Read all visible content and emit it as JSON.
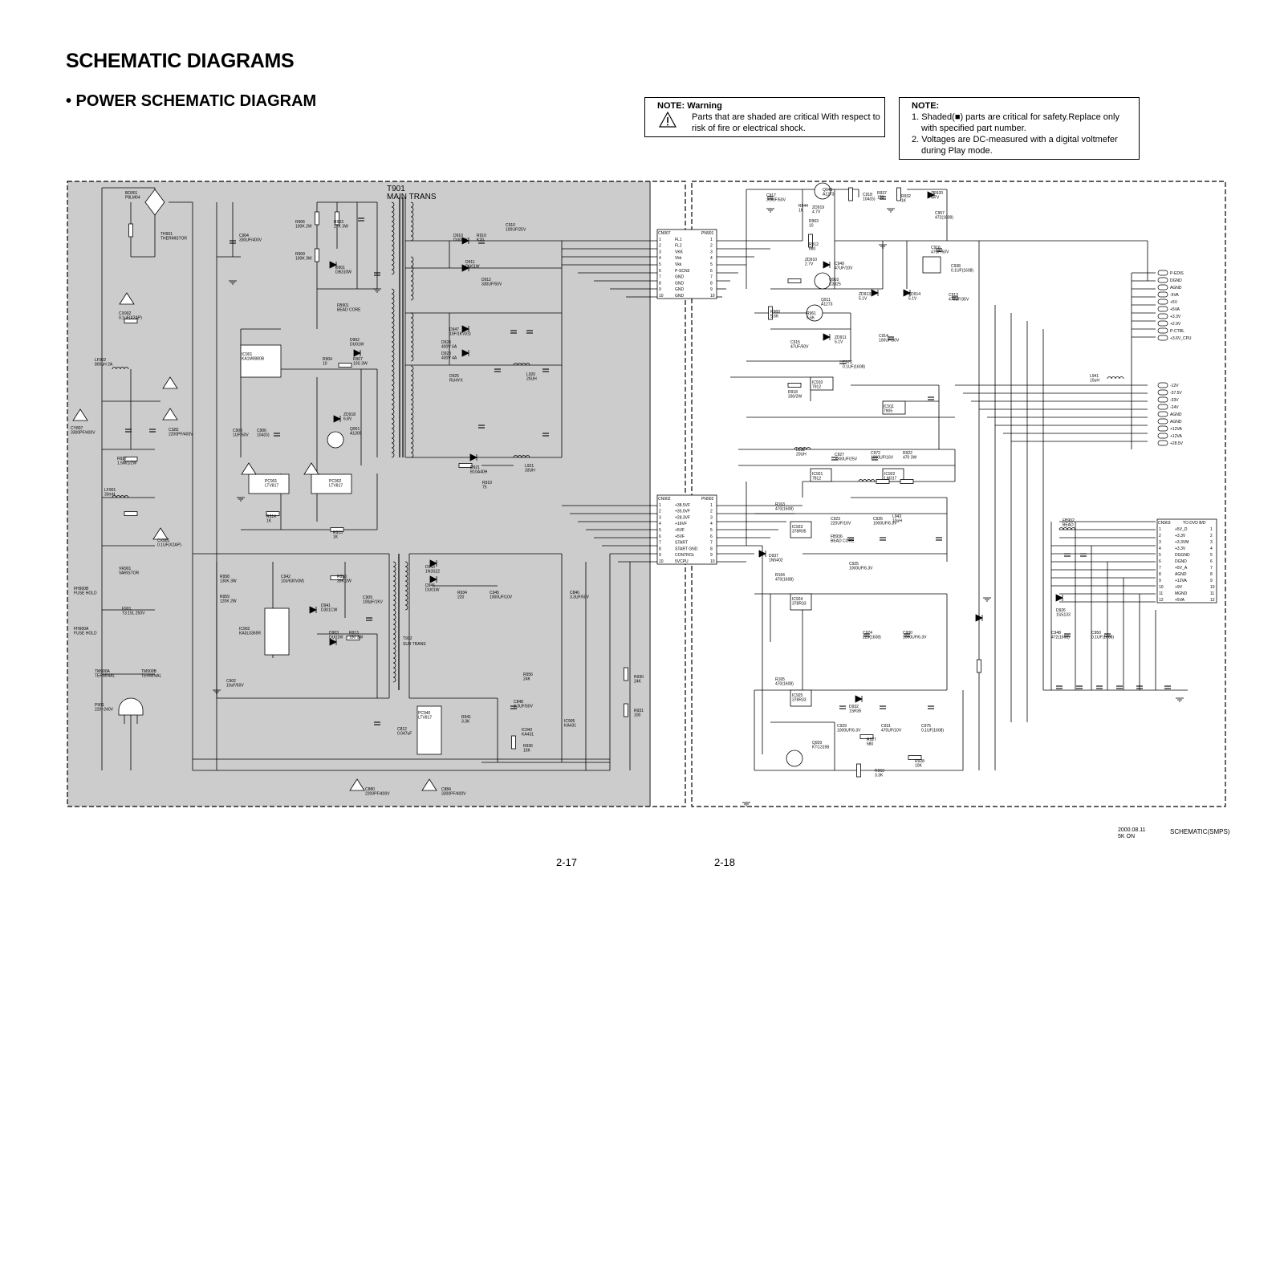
{
  "header": {
    "title": "SCHEMATIC DIAGRAMS",
    "subtitle": "• POWER SCHEMATIC DIAGRAM"
  },
  "notes": {
    "warning": {
      "heading": "NOTE: Warning",
      "body": "Parts that are shaded are critical With respect to risk of fire or electrical shock."
    },
    "general": {
      "heading": "NOTE:",
      "items": [
        "1. Shaded(■) parts are critical for safety.Replace only with specified part number.",
        "2. Voltages are DC-measured with a digital voltmefer during Play mode."
      ]
    }
  },
  "schematic": {
    "transformer_main": {
      "ref": "T901",
      "name": "MAIN TRANS"
    },
    "transformer_sub": {
      "ref": "T902",
      "name": "SUB TRANS"
    },
    "primary_parts": [
      {
        "ref": "BD901",
        "value": "P8LM04"
      },
      {
        "ref": "TH901",
        "value": "THERMISTOR"
      },
      {
        "ref": "CX902",
        "value": "0.1uF(X2AP)"
      },
      {
        "ref": "LF902",
        "value": "800uH 2A"
      },
      {
        "ref": "CY807",
        "value": "3300PF/400V"
      },
      {
        "ref": "CS82",
        "value": "2200PF/400V"
      },
      {
        "ref": "R917",
        "value": "1.5M/1/2W"
      },
      {
        "ref": "LF901",
        "value": "33mH"
      },
      {
        "ref": "CX901",
        "value": "0.1UF(X2AP)"
      },
      {
        "ref": "VR901",
        "value": "VARISTOR"
      },
      {
        "ref": "FH900B",
        "value": "FUSE HOLD"
      },
      {
        "ref": "F901",
        "value": "T3.15L 250V"
      },
      {
        "ref": "FH900A",
        "value": "FUSE HOLD"
      },
      {
        "ref": "TM900A",
        "value": "TERMINAL"
      },
      {
        "ref": "TM900B",
        "value": "TERMINAL"
      },
      {
        "ref": "P901",
        "value": "220~240V"
      },
      {
        "ref": "C904",
        "value": "330UF/400V"
      },
      {
        "ref": "R906",
        "value": "100K 2W"
      },
      {
        "ref": "R903",
        "value": "27K 3W"
      },
      {
        "ref": "R909",
        "value": "100K 3W"
      },
      {
        "ref": "D901",
        "value": "DB310W"
      },
      {
        "ref": "FB901",
        "value": "BEAD CORE"
      },
      {
        "ref": "IC901",
        "value": "KA1M0880B"
      },
      {
        "ref": "D902",
        "value": "DU01W"
      },
      {
        "ref": "R904",
        "value": "10"
      },
      {
        "ref": "R907",
        "value": "10S 3W"
      },
      {
        "ref": "ZD918",
        "value": "6.8V"
      },
      {
        "ref": "Q901",
        "value": "A1309"
      },
      {
        "ref": "C908",
        "value": "1UF/50V"
      },
      {
        "ref": "C906",
        "value": "104(G)"
      },
      {
        "ref": "PC901",
        "value": "LTV817"
      },
      {
        "ref": "PC902",
        "value": "LTV817"
      },
      {
        "ref": "R914",
        "value": "1K"
      },
      {
        "ref": "R915",
        "value": "1K"
      },
      {
        "ref": "R958",
        "value": "130K 3W"
      },
      {
        "ref": "R959",
        "value": "120K 2W"
      },
      {
        "ref": "C942",
        "value": "103/630V(M)"
      },
      {
        "ref": "R950",
        "value": "39K 2W"
      },
      {
        "ref": "D941",
        "value": "D301CW"
      },
      {
        "ref": "C909",
        "value": "100pF/1KV"
      },
      {
        "ref": "IC902",
        "value": "KA3L0365R"
      },
      {
        "ref": "D903",
        "value": "DU01W"
      },
      {
        "ref": "R913",
        "value": "180 3W"
      },
      {
        "ref": "C902",
        "value": "10uF/50V"
      },
      {
        "ref": "C880",
        "value": "2200PF/400V"
      },
      {
        "ref": "C884",
        "value": "3300PF/400V"
      }
    ],
    "secondary_parts": [
      {
        "ref": "D910",
        "value": "DU05W"
      },
      {
        "ref": "R910",
        "value": "K20"
      },
      {
        "ref": "C910",
        "value": "100UF/25V"
      },
      {
        "ref": "D911",
        "value": "DU01W"
      },
      {
        "ref": "D912",
        "value": "330UF/50V"
      },
      {
        "ref": "D947",
        "value": "10F/1KV(G)"
      },
      {
        "ref": "D924",
        "value": "400V 6A"
      },
      {
        "ref": "D923",
        "value": "400V 4A"
      },
      {
        "ref": "D925",
        "value": "RU4YX"
      },
      {
        "ref": "L920",
        "value": "20UH"
      },
      {
        "ref": "L921",
        "value": "33UH"
      },
      {
        "ref": "D921",
        "value": "B10A40H"
      },
      {
        "ref": "R919",
        "value": "75"
      },
      {
        "ref": "C812",
        "value": "0.047uF"
      },
      {
        "ref": "PC940",
        "value": "LTV817"
      },
      {
        "ref": "D943",
        "value": "1N3S22"
      },
      {
        "ref": "D946",
        "value": "DU01W"
      },
      {
        "ref": "R934",
        "value": "220"
      },
      {
        "ref": "C945",
        "value": "1000UF/10V"
      },
      {
        "ref": "C846",
        "value": "3.3UF/50V"
      },
      {
        "ref": "R956",
        "value": "24K"
      },
      {
        "ref": "C848",
        "value": "3.3UF/50V"
      },
      {
        "ref": "R941",
        "value": "3.3K"
      },
      {
        "ref": "IC942",
        "value": "KA431"
      },
      {
        "ref": "R936",
        "value": "15K"
      },
      {
        "ref": "IC905",
        "value": "KA431"
      },
      {
        "ref": "R930",
        "value": "24K"
      },
      {
        "ref": "R931",
        "value": "100"
      }
    ],
    "connectors": {
      "cn907": {
        "ref": "CN907",
        "mate": "PN901",
        "pins": [
          {
            "num": "1",
            "signal": "FL1"
          },
          {
            "num": "2",
            "signal": "FL2"
          },
          {
            "num": "3",
            "signal": "VKK"
          },
          {
            "num": "4",
            "signal": "Vkk"
          },
          {
            "num": "5",
            "signal": "Vkk"
          },
          {
            "num": "6",
            "signal": "P-SCN3"
          },
          {
            "num": "7",
            "signal": "GND"
          },
          {
            "num": "8",
            "signal": "GND"
          },
          {
            "num": "9",
            "signal": "GND"
          },
          {
            "num": "10",
            "signal": "GND"
          }
        ]
      },
      "cn902": {
        "ref": "CN902",
        "mate": "PN902",
        "pins": [
          {
            "num": "1",
            "signal": "+38.5VF"
          },
          {
            "num": "2",
            "signal": "+35.0VF"
          },
          {
            "num": "3",
            "signal": "+28.3VF"
          },
          {
            "num": "4",
            "signal": "+16VF"
          },
          {
            "num": "5",
            "signal": "+5VF"
          },
          {
            "num": "6",
            "signal": "+5VF"
          },
          {
            "num": "7",
            "signal": "START"
          },
          {
            "num": "8",
            "signal": "START GND"
          },
          {
            "num": "9",
            "signal": "CONTROL"
          },
          {
            "num": "10",
            "signal": "5VCPU"
          }
        ]
      },
      "cn903": {
        "ref": "CN903",
        "title": "TO DVD B/D",
        "pins": [
          {
            "num": "1",
            "signal": "+5V_D"
          },
          {
            "num": "2",
            "signal": "+3.3V"
          },
          {
            "num": "3",
            "signal": "+3.3VM"
          },
          {
            "num": "4",
            "signal": "+3.3V"
          },
          {
            "num": "5",
            "signal": "DGGND"
          },
          {
            "num": "6",
            "signal": "DGND"
          },
          {
            "num": "7",
            "signal": "+5V_A"
          },
          {
            "num": "8",
            "signal": "AGND"
          },
          {
            "num": "9",
            "signal": "+12VA"
          },
          {
            "num": "10",
            "signal": "+9V"
          },
          {
            "num": "11",
            "signal": "MGND"
          },
          {
            "num": "12",
            "signal": "+5VA"
          }
        ]
      }
    },
    "output_labels": [
      "P-EDIS",
      "DGND",
      "AGND",
      "-5VA",
      "+5V",
      "+5VA",
      "+3.3V",
      "+2.9V",
      "P-CTRL",
      "+3.6V_CPU",
      "-12V",
      "-37.5V",
      "-33V",
      "-24V",
      "AGND",
      "AGND",
      "+12VA",
      "+12VA",
      "+28.5V"
    ],
    "regulator_parts": [
      {
        "ref": "Q943",
        "value": "A1273"
      },
      {
        "ref": "C917",
        "value": "3.3UF/50V"
      },
      {
        "ref": "R944",
        "value": "1K"
      },
      {
        "ref": "C918",
        "value": "104(G)"
      },
      {
        "ref": "ZD919",
        "value": "4.7V"
      },
      {
        "ref": "R963",
        "value": "10"
      },
      {
        "ref": "R937",
        "value": "150"
      },
      {
        "ref": "R932",
        "value": "1K"
      },
      {
        "ref": "ZD920",
        "value": "4.7V"
      },
      {
        "ref": "C957",
        "value": "472(1608)"
      },
      {
        "ref": "R912",
        "value": "680"
      },
      {
        "ref": "ZD910",
        "value": "2.7V"
      },
      {
        "ref": "C949",
        "value": "47UF/10V"
      },
      {
        "ref": "C916",
        "value": "47UF/50V"
      },
      {
        "ref": "C938",
        "value": "0.1UF(1608)"
      },
      {
        "ref": "Q910",
        "value": "C3325"
      },
      {
        "ref": "Q911",
        "value": "A1273"
      },
      {
        "ref": "ZD913",
        "value": "5.1V"
      },
      {
        "ref": "ZD914",
        "value": "5.1V"
      },
      {
        "ref": "C913",
        "value": "470UF/35V"
      },
      {
        "ref": "R960",
        "value": "5.6K"
      },
      {
        "ref": "R961",
        "value": "5.6K"
      },
      {
        "ref": "ZD911",
        "value": "5.1V"
      },
      {
        "ref": "C914",
        "value": "100UF/50V"
      },
      {
        "ref": "C915",
        "value": "47UF/50V"
      },
      {
        "ref": "C970",
        "value": "0.1UF(1608)"
      },
      {
        "ref": "IC910",
        "value": "7912"
      },
      {
        "ref": "R918",
        "value": "330/2W"
      },
      {
        "ref": "IC911",
        "value": "7905"
      },
      {
        "ref": "L941",
        "value": "10uH"
      },
      {
        "ref": "L932",
        "value": "20UH"
      },
      {
        "ref": "C927",
        "value": "3300UF/25V"
      },
      {
        "ref": "C972",
        "value": "1000UF/16V"
      },
      {
        "ref": "R922",
        "value": "470 3W"
      },
      {
        "ref": "IC921",
        "value": "7812"
      },
      {
        "ref": "IC922",
        "value": "LM317"
      },
      {
        "ref": "R163",
        "value": "470(1608)"
      },
      {
        "ref": "IC923",
        "value": "378R05"
      },
      {
        "ref": "C923",
        "value": "220UF/16V"
      },
      {
        "ref": "C926",
        "value": "1000UF/6.3V"
      },
      {
        "ref": "L943",
        "value": "10uH"
      },
      {
        "ref": "FB936",
        "value": "BEAD CORE"
      },
      {
        "ref": "C925",
        "value": "1000UF/6.3V"
      },
      {
        "ref": "D937",
        "value": "1N5402"
      },
      {
        "ref": "R164",
        "value": "470(1608)"
      },
      {
        "ref": "IC924",
        "value": "378R33"
      },
      {
        "ref": "C974",
        "value": "223(1608)"
      },
      {
        "ref": "C930",
        "value": "1000UF/6.3V"
      },
      {
        "ref": "R165",
        "value": "470(1608)"
      },
      {
        "ref": "IC925",
        "value": "378R33"
      },
      {
        "ref": "D932",
        "value": "1SR35"
      },
      {
        "ref": "C929",
        "value": "1000UF/6.3V"
      },
      {
        "ref": "C931",
        "value": "470UF/10V"
      },
      {
        "ref": "C975",
        "value": "0.1UF(1608)"
      },
      {
        "ref": "Q920",
        "value": "KTC3198"
      },
      {
        "ref": "R927",
        "value": "680"
      },
      {
        "ref": "R928",
        "value": "10K"
      },
      {
        "ref": "R963B",
        "value": "3.3K"
      },
      {
        "ref": "FB902",
        "value": "BEAD"
      },
      {
        "ref": "D926",
        "value": "1SS133"
      },
      {
        "ref": "C948",
        "value": "472(1608)"
      },
      {
        "ref": "C950",
        "value": "0.1UF(1608)"
      }
    ]
  },
  "footer": {
    "date_code": "2000.08.11",
    "page_code": "5K ON",
    "doc_ref": "SCHEMATIC(SMPS)",
    "page_left": "2-17",
    "page_right": "2-18"
  },
  "colors": {
    "shaded_region": "#cccccc",
    "line": "#000000",
    "background": "#ffffff"
  }
}
